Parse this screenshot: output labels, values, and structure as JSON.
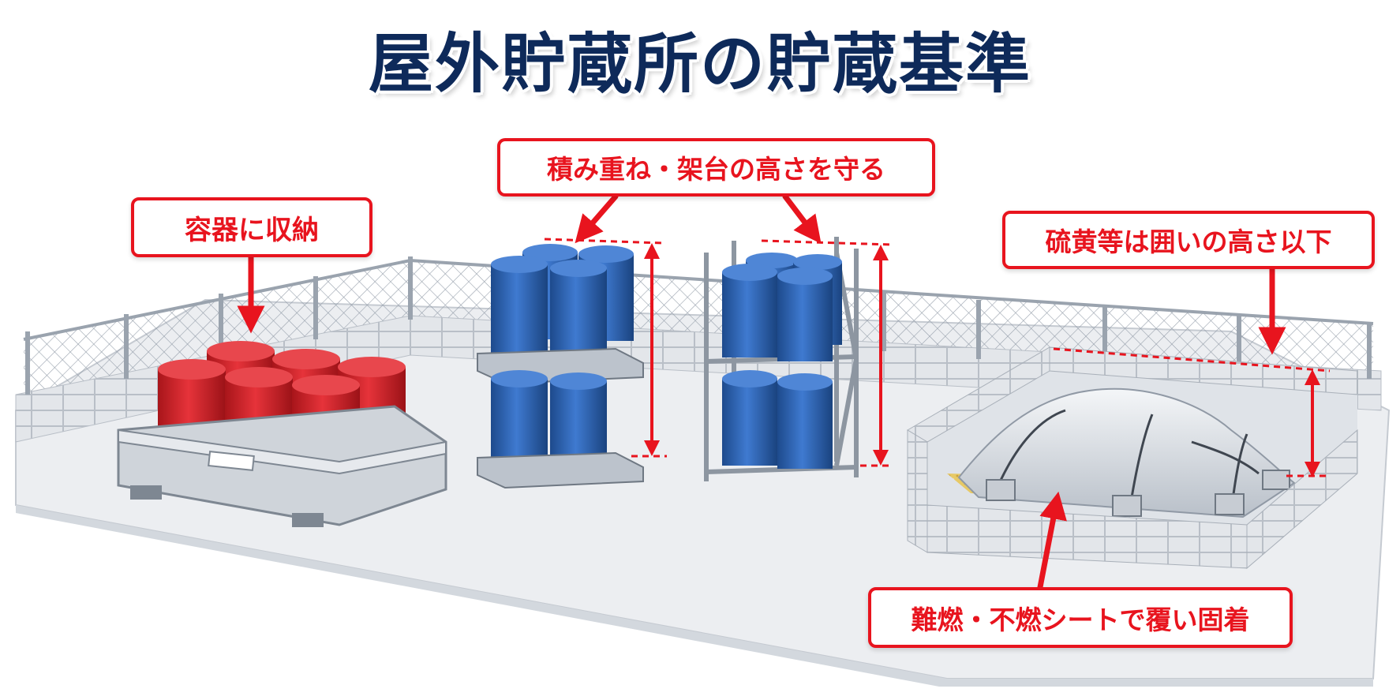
{
  "title": "屋外貯蔵所の貯蔵基準",
  "labels": {
    "container": "容器に収納",
    "stack_height": "積み重ね・架台の高さを守る",
    "sulfur": "硫黄等は囲いの高さ以下",
    "sheet": "難燃・不燃シートで覆い固着"
  },
  "colors": {
    "title": "#0e2a5a",
    "accent_red": "#e8141e",
    "drum_red": "#d8262a",
    "drum_blue": "#2f66b5",
    "wall": "#dfe3e8",
    "ground": "#eceef1",
    "sulfur": "#e3c35a",
    "sheet": "#c9ced6"
  }
}
